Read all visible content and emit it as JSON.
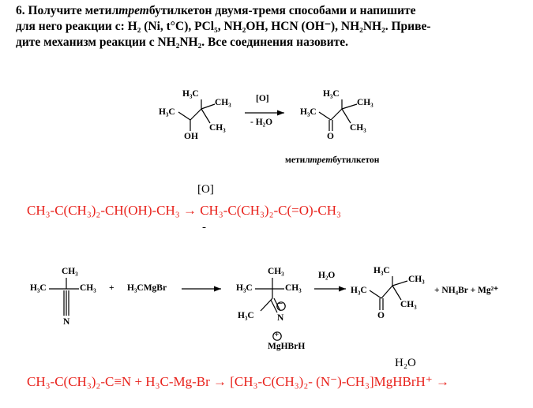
{
  "task": {
    "number": "6.",
    "line1_a": "Получите метил",
    "line1_italic": "трет",
    "line1_b": "бутилкетон двумя-тремя способами и напишите",
    "line2": "для него реакции с: H₂ (Ni, t°C), PCl₅, NH₂OH, HCN (OH⁻), NH₂NH₂. Приве-",
    "line3": "дите механизм реакции с NH₂NH₂. Все соединения назовите."
  },
  "scheme1": {
    "reagent_top": "[O]",
    "reagent_bottom": "- H₂O",
    "product_label_a": "метил",
    "product_label_italic": "трет",
    "product_label_b": "бутилкетон",
    "labels": {
      "h3c_top": "H₃C",
      "ch3_right": "CH₃",
      "h3c_left": "H₃C",
      "ch3_bottom": "CH₃",
      "oh": "OH",
      "p_h3c_top": "H₃C",
      "p_ch3_right": "CH₃",
      "p_h3c_left": "H₃C",
      "p_ch3_bottom": "CH₃",
      "p_o": "O"
    }
  },
  "equation1": {
    "reagent": "[O]",
    "text": "CH₃-C(CH₃)₂-CH(OH)-CH₃ → CH₃-C(CH₃)₂-C(=O)-CH₃",
    "note": "-"
  },
  "scheme2": {
    "n1": {
      "ch3_top": "CH₃",
      "h3c_left": "H₃C",
      "ch3_right": "CH₃",
      "n": "N"
    },
    "plus": "+",
    "grignard": "H₃CMgBr",
    "int": {
      "ch3_top": "CH₃",
      "h3c_left": "H₃C",
      "ch3_right": "CH₃",
      "h3c_bottom": "H₃C",
      "n": "N",
      "minus": "−",
      "plus": "+",
      "mg": "MgHBrH"
    },
    "water": "H₂O",
    "prod": {
      "h3c_top": "H₃C",
      "ch3_right": "CH₃",
      "h3c_left": "H₃C",
      "ch3_bottom": "CH₃",
      "o": "O"
    },
    "byproducts": "+ NH₄Br + Mg²⁺"
  },
  "equation2": {
    "reagent": "H₂O",
    "text": "CH₃-C(CH₃)₂-C≡N + H₃C-Mg-Br → [CH₃-C(CH₃)₂- (N⁻)-CH₃]MgHBrH⁺  →"
  }
}
